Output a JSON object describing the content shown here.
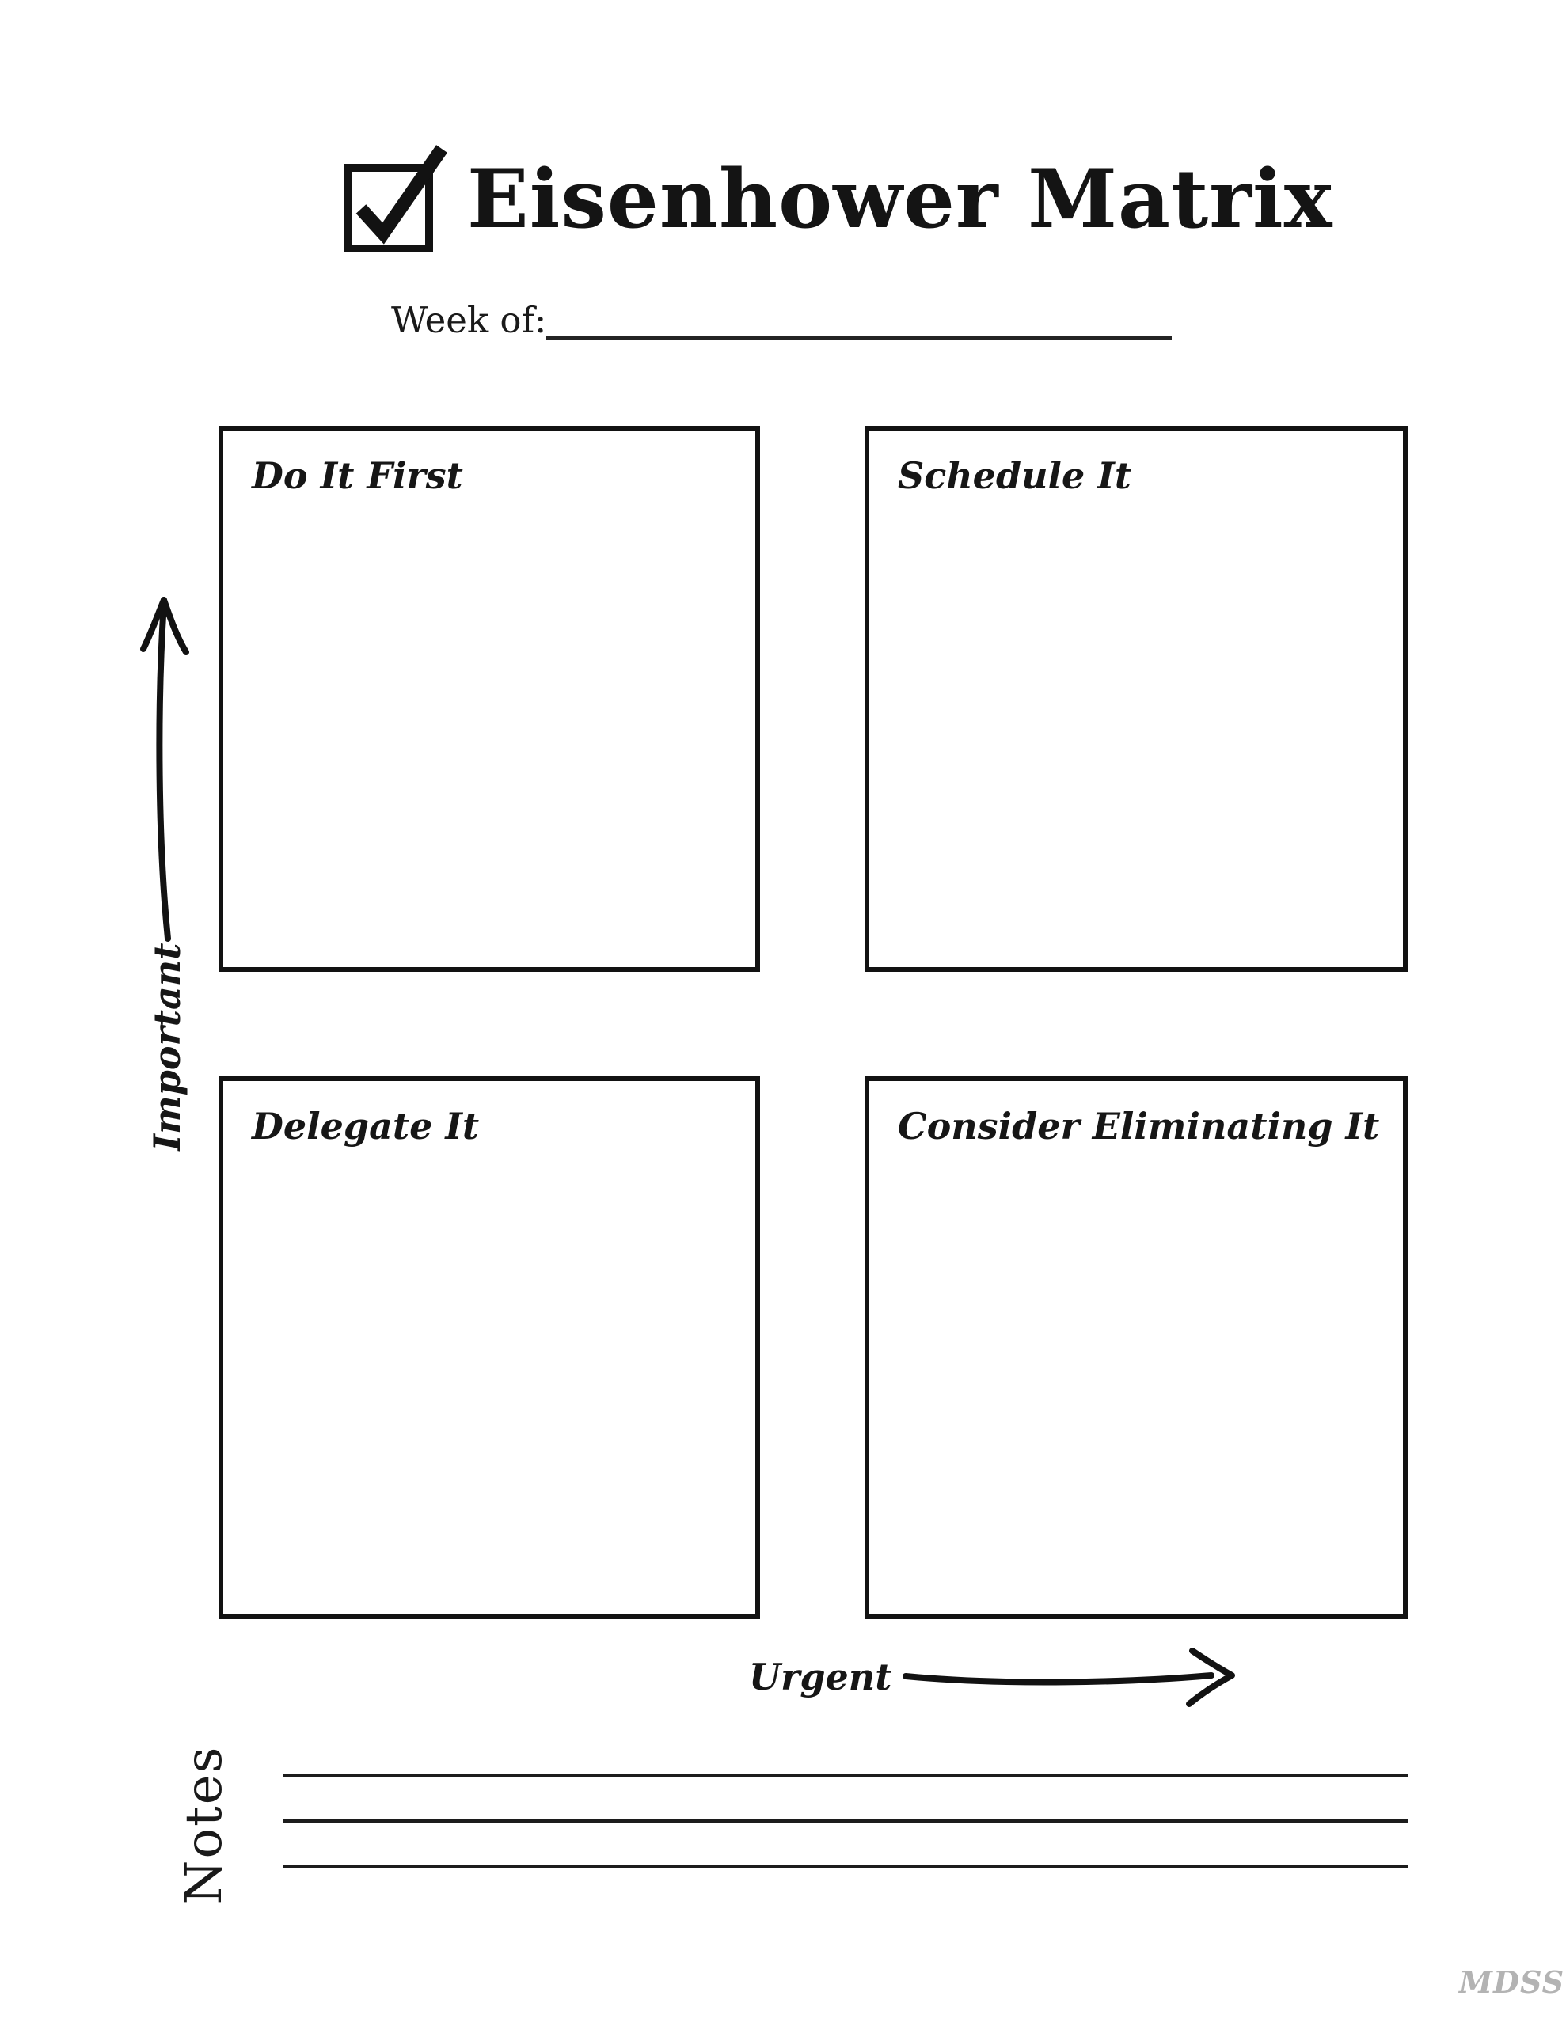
{
  "page": {
    "background": "#ffffff",
    "ink": "#141414",
    "watermark_color": "#b3b3b3"
  },
  "header": {
    "title": "Eisenhower Matrix",
    "icon": "checkbox-checked-icon"
  },
  "week_of": {
    "label": "Week of:",
    "value": ""
  },
  "quadrants": [
    {
      "label": "Do It First",
      "value": ""
    },
    {
      "label": "Schedule It",
      "value": ""
    },
    {
      "label": "Delegate It",
      "value": ""
    },
    {
      "label": "Consider Eliminating It",
      "value": ""
    }
  ],
  "axes": {
    "vertical_label": "Important",
    "horizontal_label": "Urgent"
  },
  "notes": {
    "label": "Notes",
    "line_count": 3,
    "values": [
      "",
      "",
      ""
    ]
  },
  "watermark": "MDSS"
}
